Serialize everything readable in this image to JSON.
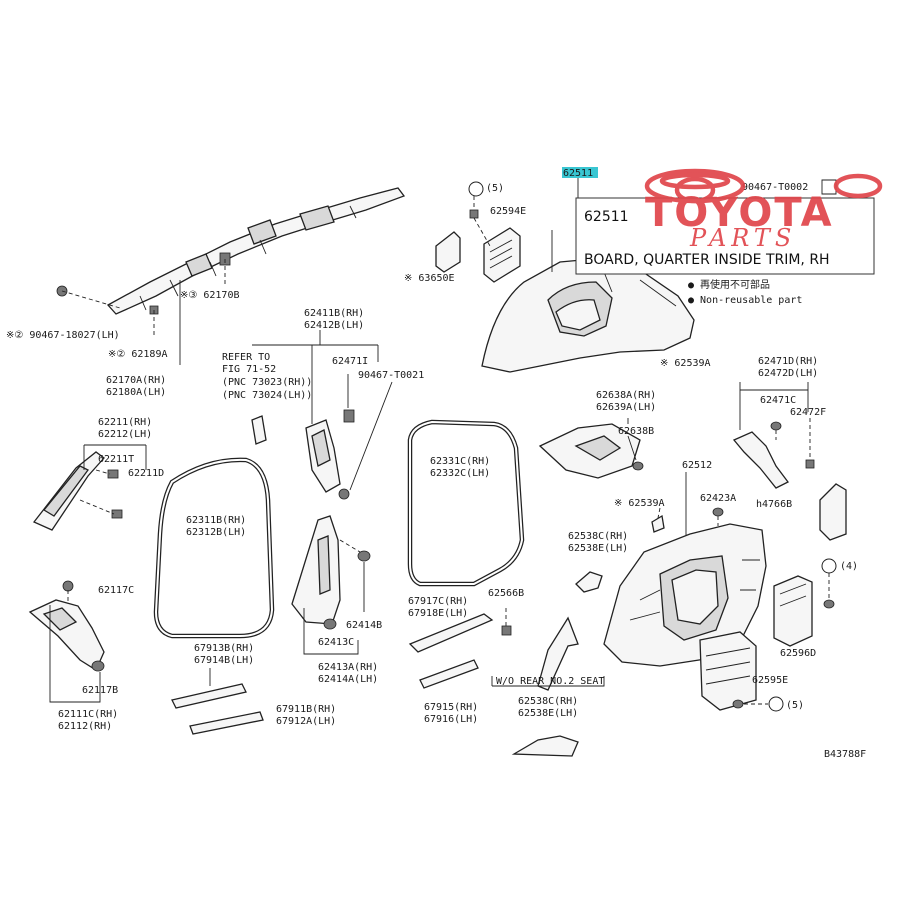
{
  "diagram": {
    "figure_code": "B43788F",
    "parts": [
      {
        "id": "p1",
        "text": "※③ 62170B"
      },
      {
        "id": "p2",
        "text": "※② 90467-18027(LH)"
      },
      {
        "id": "p3",
        "text": "※② 62189A"
      },
      {
        "id": "p4",
        "text": "62170A(RH)"
      },
      {
        "id": "p5",
        "text": "62180A(LH)"
      },
      {
        "id": "p6",
        "text": "62211(RH)"
      },
      {
        "id": "p7",
        "text": "62212(LH)"
      },
      {
        "id": "p8",
        "text": "62211T"
      },
      {
        "id": "p9",
        "text": "62211D"
      },
      {
        "id": "p10",
        "text": "62311B(RH)"
      },
      {
        "id": "p11",
        "text": "62312B(LH)"
      },
      {
        "id": "p12",
        "text": "62117C"
      },
      {
        "id": "p13",
        "text": "62117B"
      },
      {
        "id": "p14",
        "text": "62111C(RH)"
      },
      {
        "id": "p15",
        "text": "62112(RH)"
      },
      {
        "id": "p16",
        "text": "67913B(RH)"
      },
      {
        "id": "p17",
        "text": "67914B(LH)"
      },
      {
        "id": "p18",
        "text": "67911B(RH)"
      },
      {
        "id": "p19",
        "text": "67912A(LH)"
      },
      {
        "id": "p20",
        "text": "REFER TO"
      },
      {
        "id": "p21",
        "text": "FIG 71-52"
      },
      {
        "id": "p22",
        "text": "(PNC 73023(RH))"
      },
      {
        "id": "p23",
        "text": "(PNC 73024(LH))"
      },
      {
        "id": "p24",
        "text": "62411B(RH)"
      },
      {
        "id": "p25",
        "text": "62412B(LH)"
      },
      {
        "id": "p26",
        "text": "62471I"
      },
      {
        "id": "p27",
        "text": "90467-T0021"
      },
      {
        "id": "p28",
        "text": "62414B"
      },
      {
        "id": "p29",
        "text": "62413C"
      },
      {
        "id": "p30",
        "text": "62413A(RH)"
      },
      {
        "id": "p31",
        "text": "62414A(LH)"
      },
      {
        "id": "p32",
        "text": "62331C(RH)"
      },
      {
        "id": "p33",
        "text": "62332C(LH)"
      },
      {
        "id": "p34",
        "text": "67917C(RH)"
      },
      {
        "id": "p35",
        "text": "67918E(LH)"
      },
      {
        "id": "p36",
        "text": "62566B"
      },
      {
        "id": "p37",
        "text": "67915(RH)"
      },
      {
        "id": "p38",
        "text": "67916(LH)"
      },
      {
        "id": "p39",
        "text": "W/O REAR NO.2 SEAT"
      },
      {
        "id": "p40",
        "text": "62538C(RH)"
      },
      {
        "id": "p41",
        "text": "62538E(LH)"
      },
      {
        "id": "p42",
        "text": "62594E"
      },
      {
        "id": "p43",
        "text": "※ 63650E"
      },
      {
        "id": "p44",
        "text": "(5)"
      },
      {
        "id": "p45",
        "text": "※ 62539A"
      },
      {
        "id": "p46",
        "text": "62638A(RH)"
      },
      {
        "id": "p47",
        "text": "62639A(LH)"
      },
      {
        "id": "p48",
        "text": "62638B"
      },
      {
        "id": "p49",
        "text": "62512"
      },
      {
        "id": "p50",
        "text": "※ 62539A"
      },
      {
        "id": "p51",
        "text": "62423A"
      },
      {
        "id": "p52",
        "text": "62538C(RH)"
      },
      {
        "id": "p53",
        "text": "62538E(LH)"
      },
      {
        "id": "p54",
        "text": "62471D(RH)"
      },
      {
        "id": "p55",
        "text": "62472D(LH)"
      },
      {
        "id": "p56",
        "text": "62471C"
      },
      {
        "id": "p57",
        "text": "62472F"
      },
      {
        "id": "p58",
        "text": "h4766B"
      },
      {
        "id": "p59",
        "text": "(4)"
      },
      {
        "id": "p60",
        "text": "62596D"
      },
      {
        "id": "p61",
        "text": "62595E"
      },
      {
        "id": "p62",
        "text": "(5)"
      },
      {
        "id": "p63",
        "text": "62511"
      },
      {
        "id": "p64",
        "text": "90467-T0002"
      }
    ],
    "legend": {
      "item1": "● 再使用不可部品",
      "item2": "● Non-reusable part"
    }
  },
  "tooltip": {
    "part_number": "62511",
    "description": "BOARD, QUARTER INSIDE TRIM, RH"
  },
  "logo": {
    "brand": "TOYOTA",
    "sub": "PARTS",
    "color": "#e0454a"
  },
  "highlight_color": "#39c6d2"
}
